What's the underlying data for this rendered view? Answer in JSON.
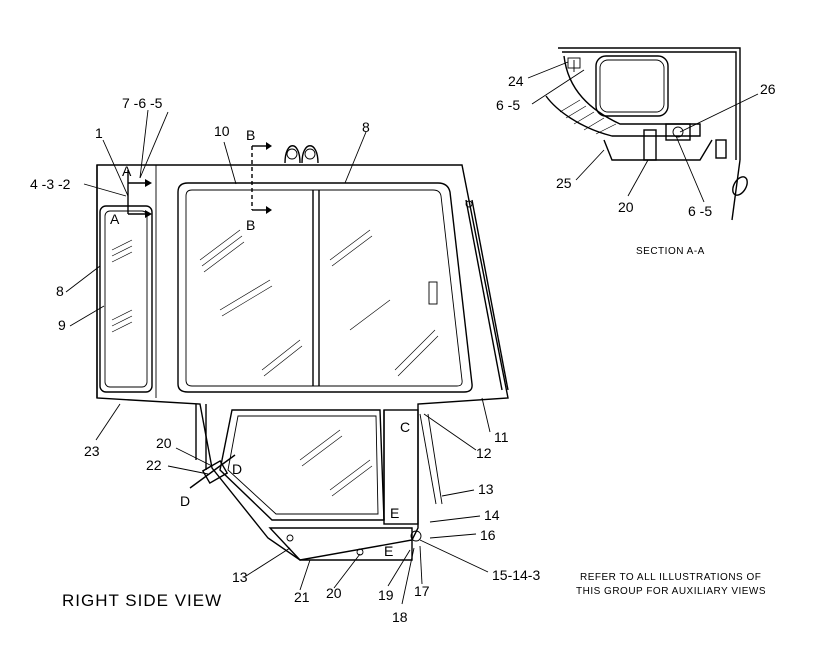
{
  "view_title": "RIGHT SIDE VIEW",
  "section_title": "SECTION A-A",
  "note": {
    "line1": "REFER TO ALL ILLUSTRATIONS OF",
    "line2": "THIS GROUP FOR AUXILIARY VIEWS"
  },
  "callouts": {
    "c1": "1",
    "c7_6_5": "7 -6 -5",
    "c4_3_2": "4 -3 -2",
    "c8_left": "8",
    "c9": "9",
    "c10": "10",
    "c8_top": "8",
    "c23": "23",
    "c11": "11",
    "c12": "12",
    "c13_right": "13",
    "c14": "14",
    "c16": "16",
    "c15_14_3": "15-14-3",
    "c17": "17",
    "c18": "18",
    "c19": "19",
    "c20_bottom": "20",
    "c21": "21",
    "c13_left": "13",
    "c20_left": "20",
    "c22": "22",
    "c24": "24",
    "c6_5_top": "6 -5",
    "c26": "26",
    "c25": "25",
    "c20_section": "20",
    "c6_5_section": "6 -5"
  },
  "view_markers": {
    "A_top": "A",
    "A_bottom": "A",
    "B_top": "B",
    "B_bottom": "B",
    "C": "C",
    "D_upper": "D",
    "D_lower": "D",
    "E_upper": "E",
    "E_lower": "E"
  }
}
